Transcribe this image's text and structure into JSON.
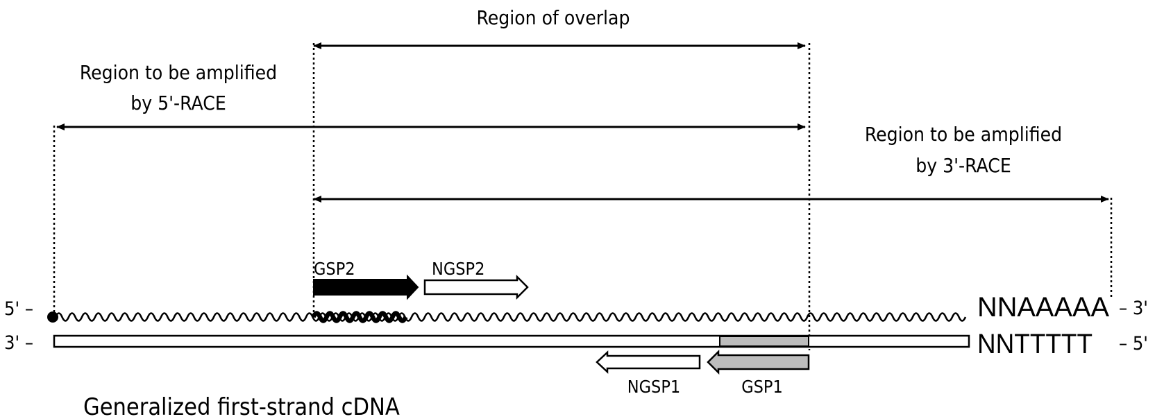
{
  "overlap_label": "Region of overlap",
  "race5_label_line1": "Region to be amplified",
  "race5_label_line2": "by 5'-RACE",
  "race3_label_line1": "Region to be amplified",
  "race3_label_line2": "by 3'-RACE",
  "top_strand": {
    "left_end": "5' –",
    "tail": "NNAAAAA",
    "right_end": "– 3'"
  },
  "bottom_strand": {
    "left_end": "3' –",
    "tail": "NNTTTTT",
    "right_end": "– 5'"
  },
  "primers": {
    "gsp2": "GSP2",
    "ngsp2": "NGSP2",
    "gsp1": "GSP1",
    "ngsp1": "NGSP1"
  },
  "caption": "Generalized first-strand cDNA",
  "colors": {
    "ink": "#000000",
    "gsp1_fill": "#bdbdbd",
    "open_fill": "#ffffff"
  }
}
